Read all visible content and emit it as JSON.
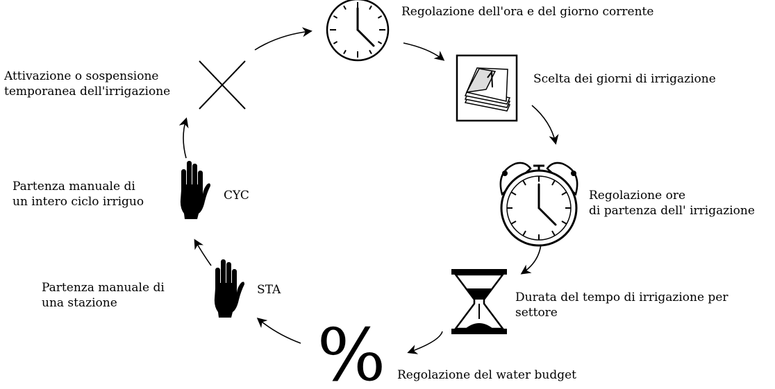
{
  "labels": {
    "clock": "Regolazione dell'ora e del giorno corrente",
    "calendar": "Scelta dei giorni di irrigazione",
    "alarm_line1": "Regolazione ore",
    "alarm_line2": "di partenza dell' irrigazione",
    "hourglass_line1": "Durata del tempo di irrigazione per",
    "hourglass_line2": "settore",
    "percent": "Regolazione del water budget",
    "percent_symbol": "%",
    "sta_line1": "Partenza manuale di",
    "sta_line2": "una stazione",
    "sta_tag": "STA",
    "cyc_line1": "Partenza manuale di",
    "cyc_line2": "un intero ciclo irriguo",
    "cyc_tag": "CYC",
    "cross_line1": "Attivazione o sospensione",
    "cross_line2": "temporanea dell'irrigazione"
  },
  "icons": [
    "clock-icon",
    "calendar-icon",
    "alarm-clock-icon",
    "hourglass-icon",
    "percent-icon",
    "hand-sta-icon",
    "hand-cyc-icon",
    "cross-icon"
  ]
}
